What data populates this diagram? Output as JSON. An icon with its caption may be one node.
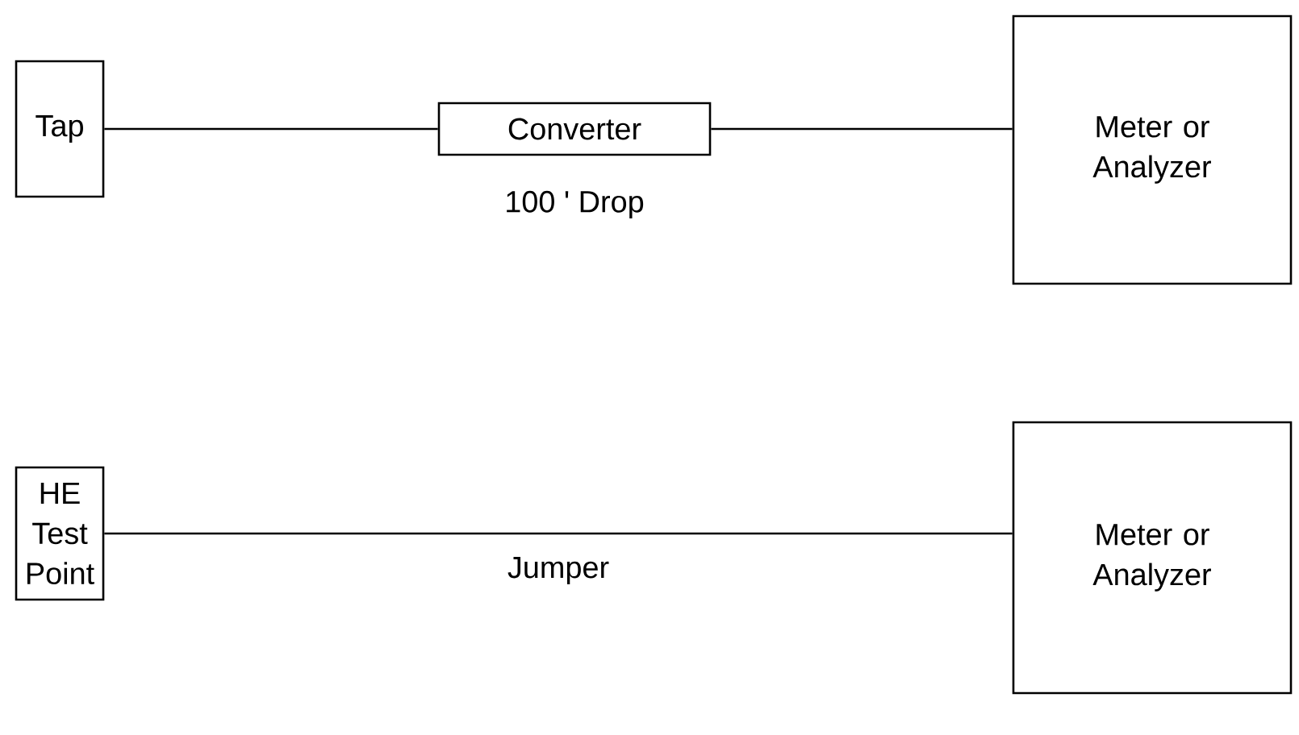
{
  "diagram": {
    "nodes": [
      {
        "text": [
          "Tap"
        ]
      },
      {
        "text": [
          "Converter"
        ]
      },
      {
        "text": [
          "Meter or Analyzer"
        ]
      },
      {
        "text": [
          "HE Test Point"
        ]
      },
      {
        "text": [
          "Meter or Analyzer"
        ]
      }
    ],
    "edges": [
      {
        "from": 0,
        "to": 1,
        "arrow": "none"
      },
      {
        "from": 1,
        "to": 2,
        "arrow": "none"
      },
      {
        "from": 3,
        "to": 4,
        "arrow": "none",
        "label": "Jumper"
      }
    ],
    "labels": [
      "100 ' Drop"
    ]
  }
}
